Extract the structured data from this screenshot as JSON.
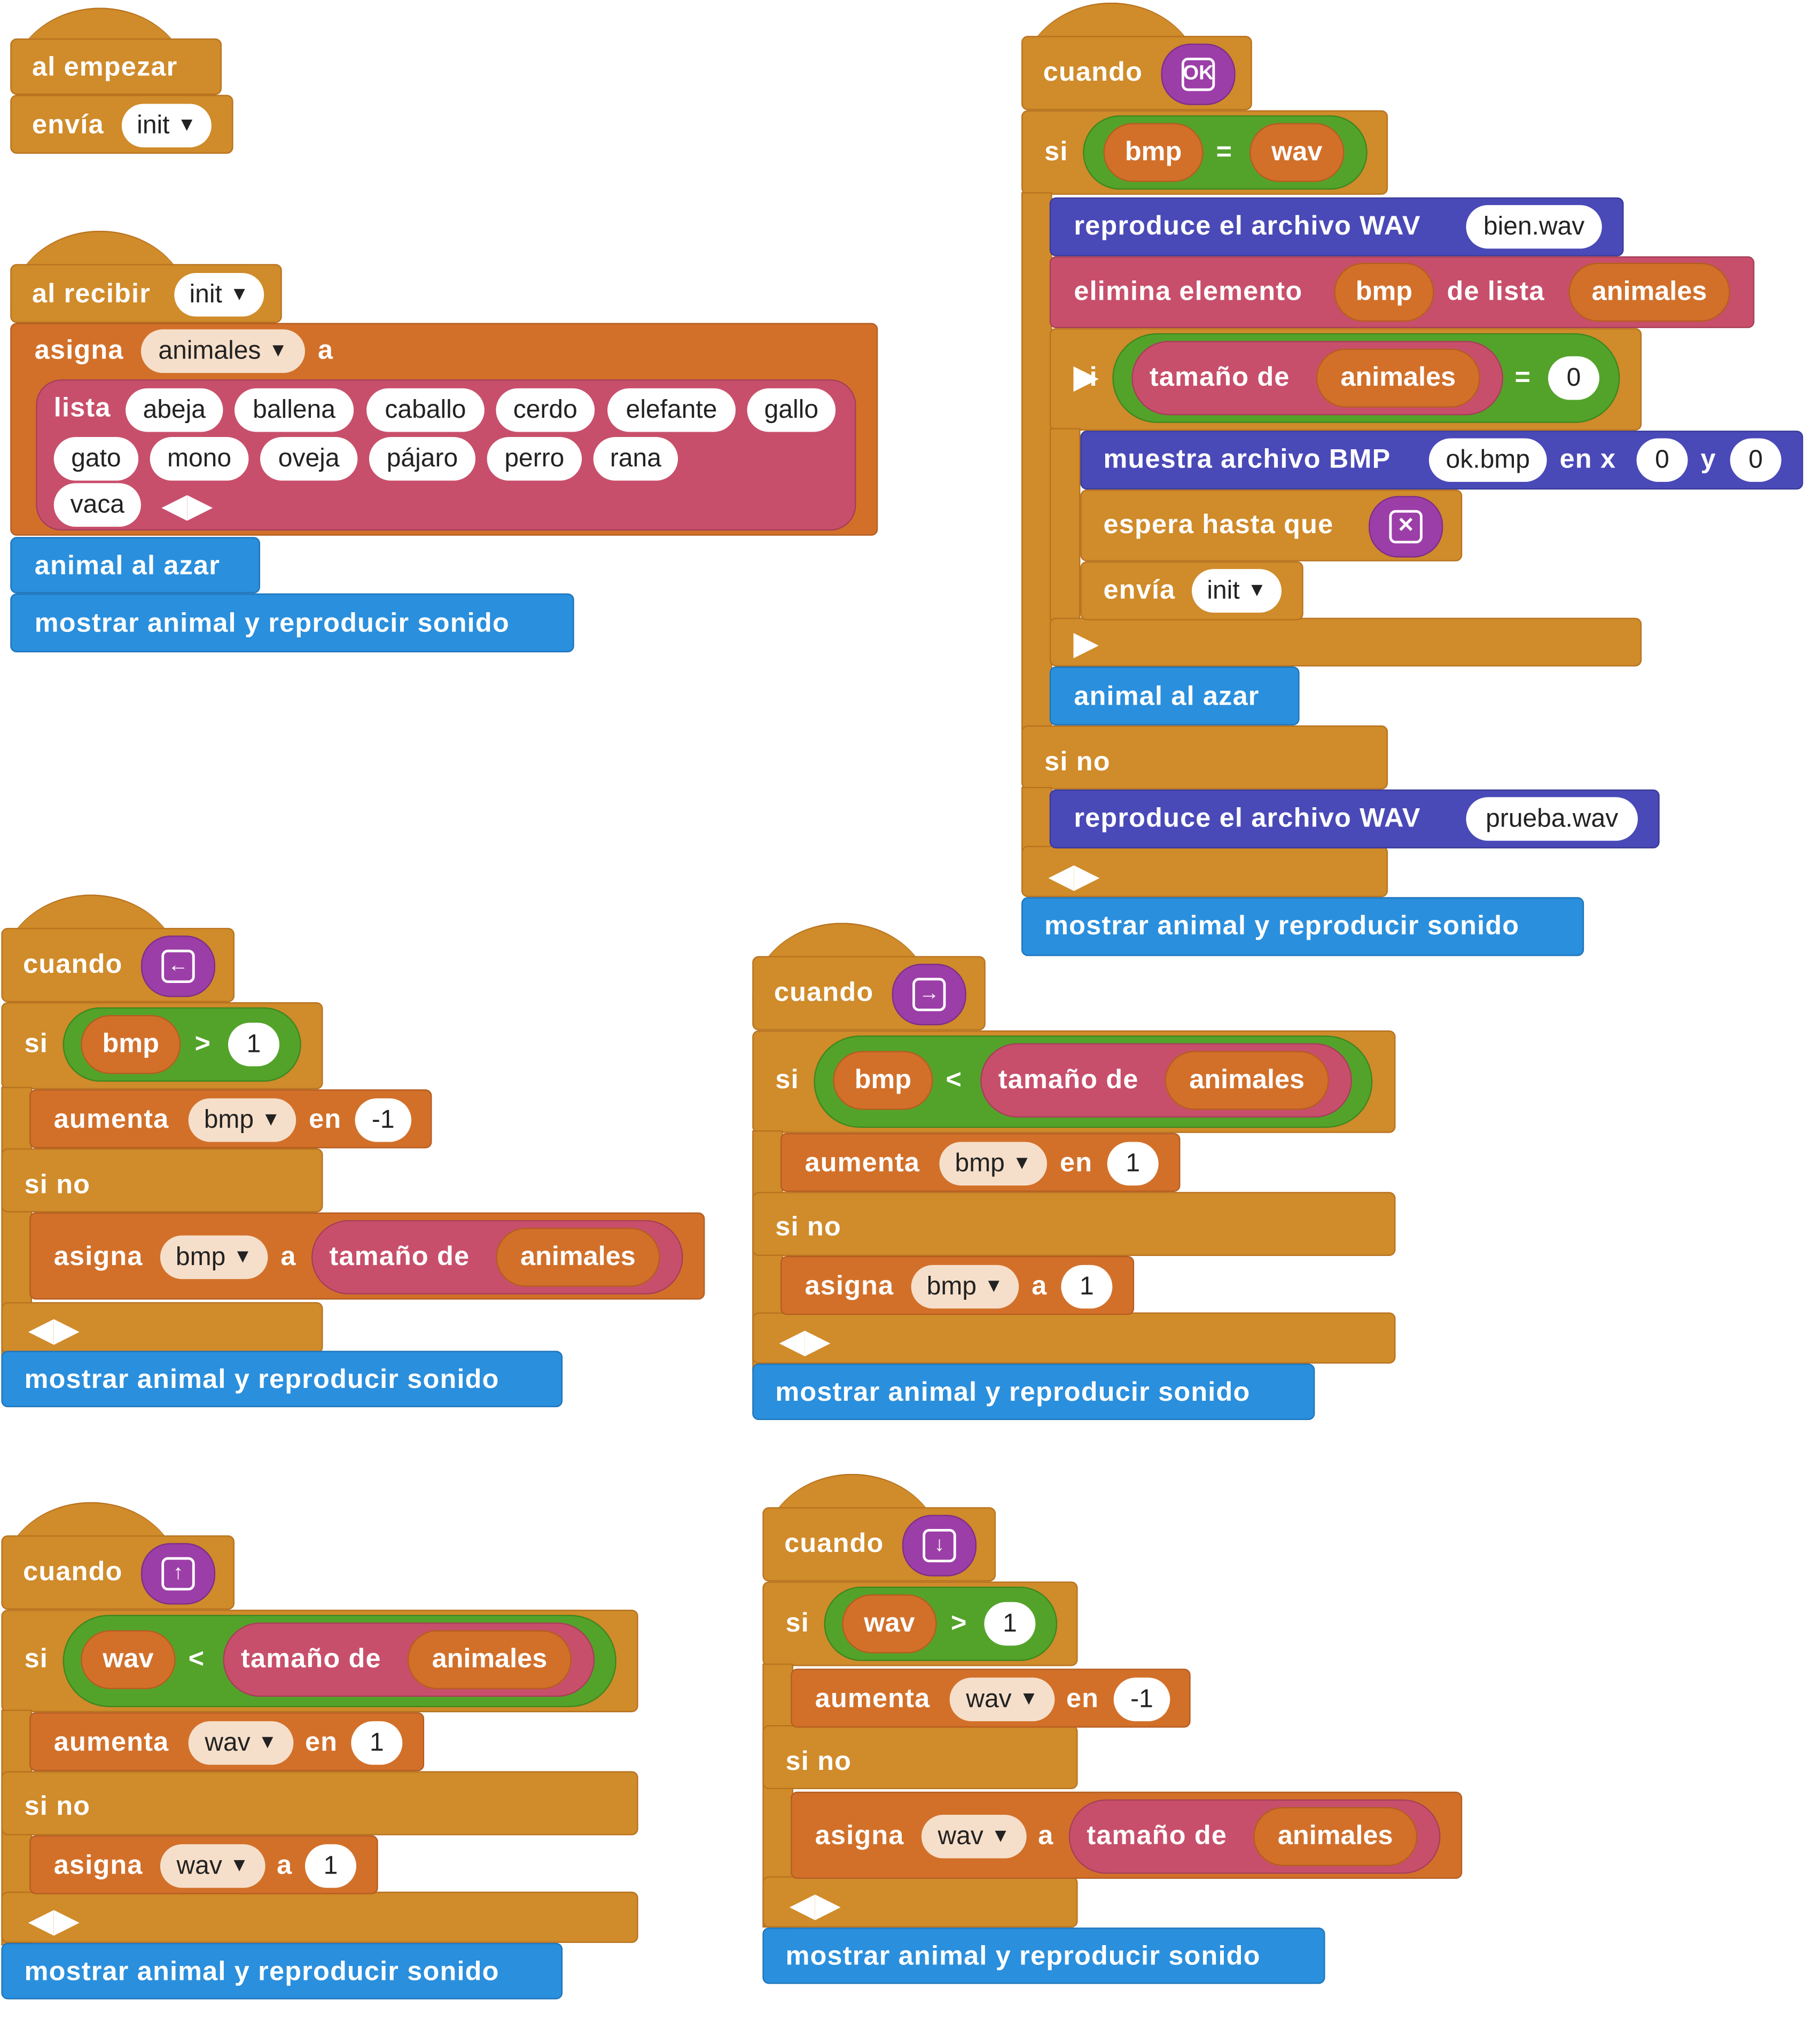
{
  "colors": {
    "events": "#d08b2a",
    "variables": "#d2702a",
    "lists": "#c84f6b",
    "compare": "#53a32a",
    "sound": "#4a49b8",
    "procedures": "#2a8fdd",
    "keys": "#9c3ea8"
  },
  "start_script": {
    "hat": "al empezar",
    "send_label": "envía",
    "send_value": "init"
  },
  "init_script": {
    "hat": "al recibir",
    "hat_value": "init",
    "assign": "asigna",
    "var": "animales",
    "to": "a",
    "list_label": "lista",
    "items": [
      "abeja",
      "ballena",
      "caballo",
      "cerdo",
      "elefante",
      "gallo",
      "gato",
      "mono",
      "oveja",
      "pájaro",
      "perro",
      "rana",
      "vaca"
    ],
    "random": "animal al azar",
    "show": "mostrar animal y reproducir sonido"
  },
  "ok_script": {
    "when": "cuando",
    "key": "OK",
    "if": "si",
    "left": "bmp",
    "op": "=",
    "right": "wav",
    "play": "reproduce el archivo WAV",
    "play_file": "bien.wav",
    "remove": "elimina elemento",
    "remove_var": "bmp",
    "of_list": "de lista",
    "list": "animales",
    "if2": "si",
    "size_of": "tamaño de",
    "size_list": "animales",
    "op2": "=",
    "zero": "0",
    "show_bmp": "muestra archivo BMP",
    "bmp_file": "ok.bmp",
    "at_x": "en x",
    "x": "0",
    "y_label": "y",
    "y": "0",
    "wait": "espera hasta que",
    "send": "envía",
    "send_value": "init",
    "random": "animal al azar",
    "else": "si no",
    "play2": "reproduce el archivo WAV",
    "play2_file": "prueba.wav",
    "show": "mostrar animal y reproducir sonido"
  },
  "left_script": {
    "when": "cuando",
    "if": "si",
    "var": "bmp",
    "op": ">",
    "num": "1",
    "inc": "aumenta",
    "inc_var": "bmp",
    "by": "en",
    "inc_val": "-1",
    "else": "si no",
    "assign": "asigna",
    "assign_var": "bmp",
    "to": "a",
    "size_of": "tamaño de",
    "list": "animales",
    "show": "mostrar animal y reproducir sonido"
  },
  "right_script": {
    "when": "cuando",
    "if": "si",
    "var": "bmp",
    "op": "<",
    "size_of": "tamaño de",
    "list": "animales",
    "inc": "aumenta",
    "inc_var": "bmp",
    "by": "en",
    "inc_val": "1",
    "else": "si no",
    "assign": "asigna",
    "assign_var": "bmp",
    "to": "a",
    "assign_val": "1",
    "show": "mostrar animal y reproducir sonido"
  },
  "up_script": {
    "when": "cuando",
    "if": "si",
    "var": "wav",
    "op": "<",
    "size_of": "tamaño de",
    "list": "animales",
    "inc": "aumenta",
    "inc_var": "wav",
    "by": "en",
    "inc_val": "1",
    "else": "si no",
    "assign": "asigna",
    "assign_var": "wav",
    "to": "a",
    "assign_val": "1",
    "show": "mostrar animal y reproducir sonido"
  },
  "down_script": {
    "when": "cuando",
    "if": "si",
    "var": "wav",
    "op": ">",
    "num": "1",
    "inc": "aumenta",
    "inc_var": "wav",
    "by": "en",
    "inc_val": "-1",
    "else": "si no",
    "assign": "asigna",
    "assign_var": "wav",
    "to": "a",
    "size_of": "tamaño de",
    "list": "animales",
    "show": "mostrar animal y reproducir sonido"
  }
}
